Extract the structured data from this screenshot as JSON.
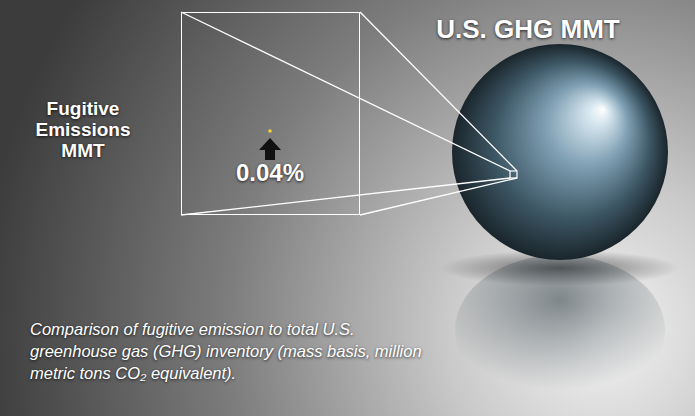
{
  "diagram": {
    "caption": "Comparison of fugitive emission to total U.S. greenhouse gas (GHG) inventory (mass basis, million metric tons CO₂ equivalent).",
    "nodes": [
      {
        "text": [
          "0.04%"
        ]
      }
    ],
    "labels": [
      "Fugitive Emissions MMT",
      "U.S. GHG MMT"
    ]
  }
}
